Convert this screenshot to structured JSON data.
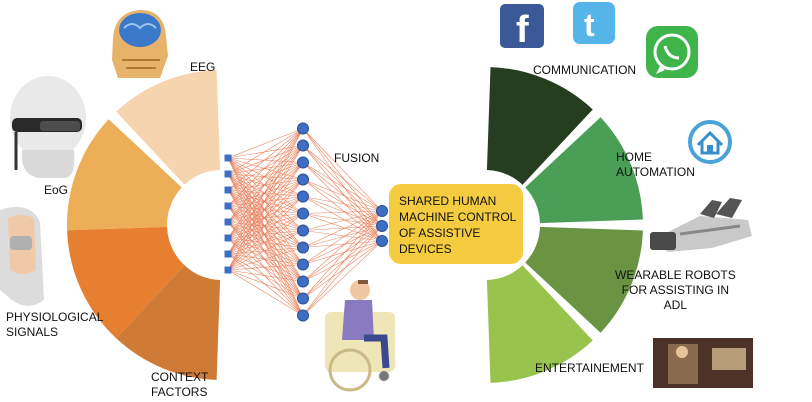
{
  "inputs": {
    "eeg": "EEG",
    "eog": "EoG",
    "physio": [
      "PHYSIOLOGICAL",
      "SIGNALS"
    ],
    "context": [
      "CONTEXT",
      "FACTORS"
    ]
  },
  "fusion": "FUSION",
  "center": [
    "SHARED HUMAN",
    "MACHINE CONTROL",
    "OF ASSISTIVE",
    "DEVICES"
  ],
  "outputs": {
    "communication": "COMMUNICATION",
    "home": [
      "HOME",
      "AUTOMATION"
    ],
    "robots": [
      "WEARABLE ROBOTS",
      "FOR ASSISTING IN",
      "ADL"
    ],
    "entertainment": "ENTERTAINEMENT"
  },
  "colors": {
    "left_sectors": [
      "#f5d4ae",
      "#ecae57",
      "#e67f30",
      "#cf7a35"
    ],
    "right_sectors": [
      "#263d1f",
      "#4a9e56",
      "#6a9442",
      "#98c44e"
    ],
    "node": "#3f6fc3",
    "edge": "#e8734a",
    "center_box": "#f5cc3f"
  },
  "network": {
    "layers": [
      8,
      12,
      3
    ]
  },
  "icons": [
    "brain-head-icon",
    "eeg-glasses-head-icon",
    "arm-sensor-icon",
    "wheelchair-user-icon",
    "facebook-icon",
    "twitter-icon",
    "whatsapp-icon",
    "home-icon",
    "robotic-hand-icon",
    "entertainment-photo-icon"
  ]
}
